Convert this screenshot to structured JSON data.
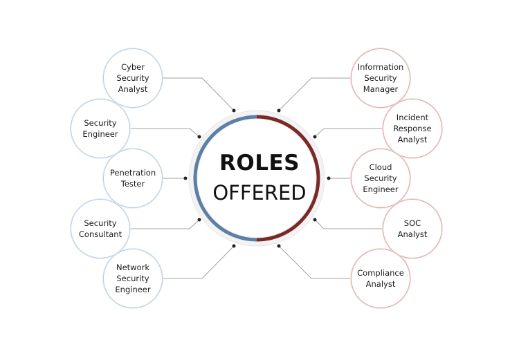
{
  "center": {
    "title": "ROLES",
    "subtitle": "OFFERED"
  },
  "colors": {
    "left_accent": "#5b7fa6",
    "right_accent": "#7a2a26",
    "connector": "#9a9a9a"
  },
  "left_roles": [
    "Cyber\nSecurity\nAnalyst",
    "Security\nEngineer",
    "Penetration\nTester",
    "Security\nConsultant",
    "Network\nSecurity\nEngineer"
  ],
  "right_roles": [
    "Information\nSecurity\nManager",
    "Incident\nResponse\nAnalyst",
    "Cloud\nSecurity\nEngineer",
    "SOC\nAnalyst",
    "Compliance\nAnalyst"
  ]
}
